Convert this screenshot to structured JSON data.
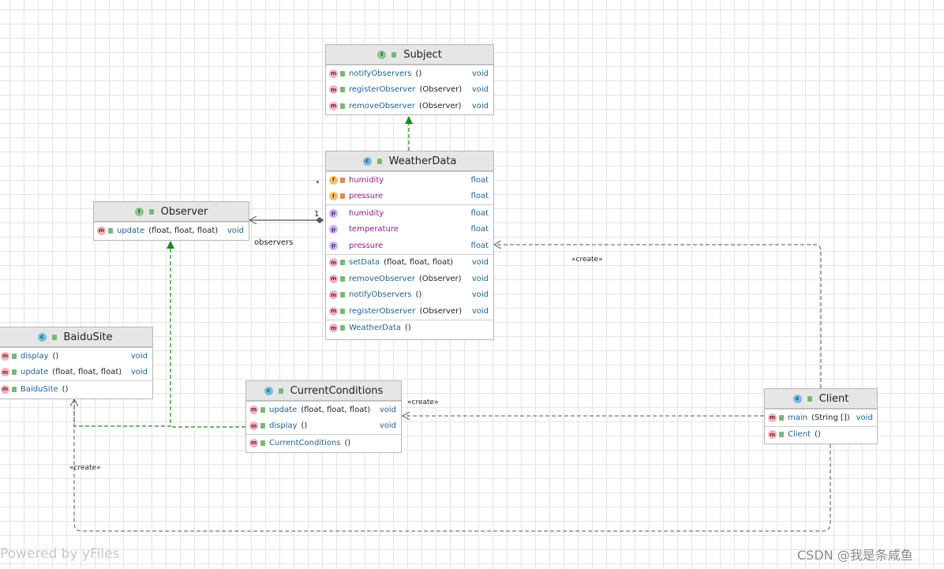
{
  "nodes": {
    "subject": {
      "title": "Subject",
      "members": [
        {
          "name": "notifyObservers",
          "params": "()",
          "type": "void"
        },
        {
          "name": "registerObserver",
          "params": "(Observer)",
          "type": "void"
        },
        {
          "name": "removeObserver",
          "params": "(Observer)",
          "type": "void"
        }
      ]
    },
    "weatherdata": {
      "title": "WeatherData",
      "fields": [
        {
          "name": "humidity",
          "type": "float"
        },
        {
          "name": "pressure",
          "type": "float"
        }
      ],
      "properties": [
        {
          "name": "humidity",
          "type": "float"
        },
        {
          "name": "temperature",
          "type": "float"
        },
        {
          "name": "pressure",
          "type": "float"
        }
      ],
      "methods": [
        {
          "name": "setData",
          "params": "(float, float, float)",
          "type": "void"
        },
        {
          "name": "removeObserver",
          "params": "(Observer)",
          "type": "void"
        },
        {
          "name": "notifyObservers",
          "params": "()",
          "type": "void"
        },
        {
          "name": "registerObserver",
          "params": "(Observer)",
          "type": "void"
        }
      ],
      "constructor": {
        "name": "WeatherData",
        "params": "()"
      }
    },
    "observer": {
      "title": "Observer",
      "members": [
        {
          "name": "update",
          "params": "(float, float, float)",
          "type": "void"
        }
      ]
    },
    "baidusite": {
      "title": "BaiduSite",
      "members": [
        {
          "name": "display",
          "params": "()",
          "type": "void"
        },
        {
          "name": "update",
          "params": "(float, float, float)",
          "type": "void"
        }
      ],
      "constructor": {
        "name": "BaiduSite",
        "params": "()"
      }
    },
    "currentconditions": {
      "title": "CurrentConditions",
      "members": [
        {
          "name": "update",
          "params": "(float, float, float)",
          "type": "void"
        },
        {
          "name": "display",
          "params": "()",
          "type": "void"
        }
      ],
      "constructor": {
        "name": "CurrentConditions",
        "params": "()"
      }
    },
    "client": {
      "title": "Client",
      "members": [
        {
          "name": "main",
          "params": "(String [])",
          "type": "void"
        }
      ],
      "constructor": {
        "name": "Client",
        "params": "()"
      }
    }
  },
  "edge_labels": {
    "multiplicity_many": "*",
    "multiplicity_one": "1",
    "role": "observers",
    "create": "«create»"
  },
  "watermarks": {
    "left": "Powered by yFiles",
    "right": "CSDN @我是条咸鱼"
  },
  "colors": {
    "implements_edge": "#1a8a1a",
    "dependency_edge": "#555555",
    "header": "#e6e6e6"
  }
}
